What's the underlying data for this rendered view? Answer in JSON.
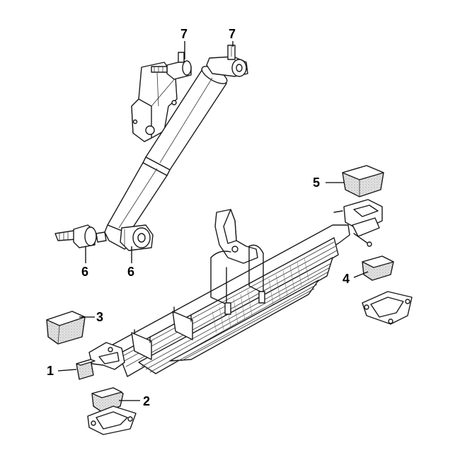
{
  "callouts": {
    "part_1": "1",
    "part_2": "2",
    "part_3": "3",
    "part_4": "4",
    "part_5": "5",
    "part_6_left": "6",
    "part_6_right": "6",
    "part_7_left": "7",
    "part_7_right": "7"
  },
  "colors": {
    "line": "#1a1a1a",
    "rubber_fill": "#dcdcdc",
    "metal_fill": "#ffffff",
    "background": "#ffffff"
  }
}
